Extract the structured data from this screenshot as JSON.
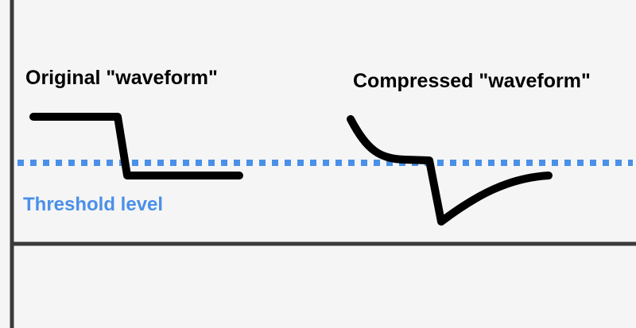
{
  "labels": {
    "original": "Original \"waveform\"",
    "compressed": "Compressed \"waveform\"",
    "threshold": "Threshold level"
  },
  "colors": {
    "background": "#f5f5f5",
    "axis": "#3a3a3a",
    "waveform": "#000000",
    "threshold": "#4a90e8"
  }
}
